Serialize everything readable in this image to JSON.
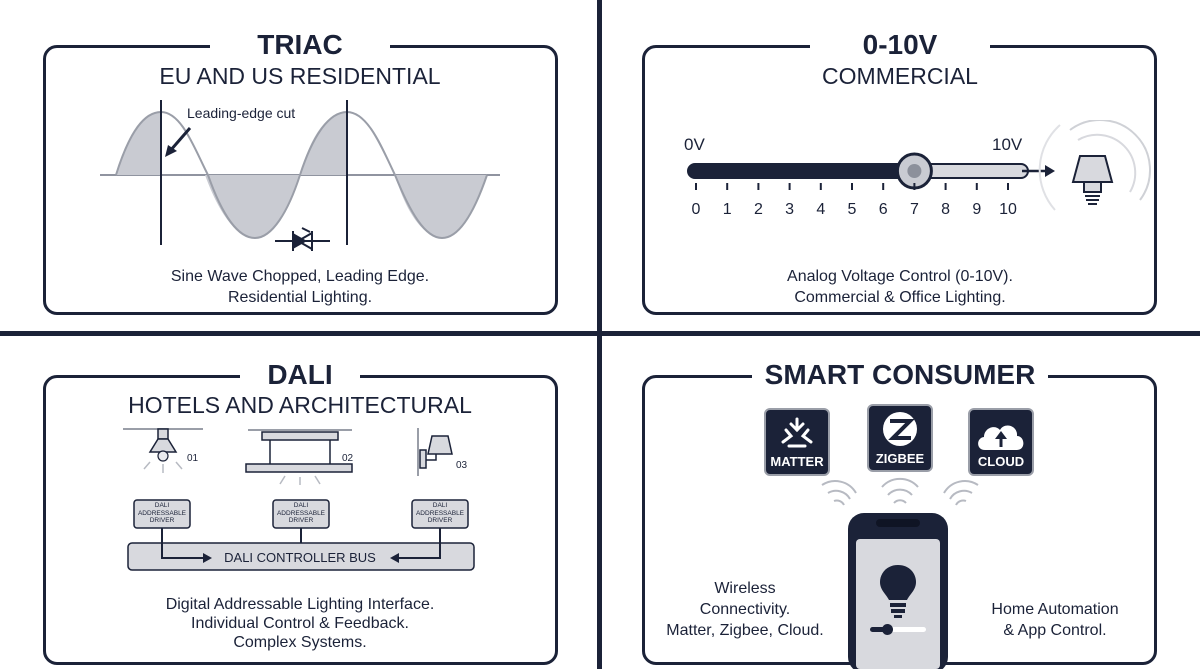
{
  "triac": {
    "title": "TRIAC",
    "subtitle": "EU AND US RESIDENTIAL",
    "annotation": "Leading-edge cut",
    "caption_line1": "Sine Wave Chopped, Leading Edge.",
    "caption_line2": "Residential Lighting."
  },
  "zero_ten": {
    "title": "0-10V",
    "subtitle": "COMMERCIAL",
    "label_min": "0V",
    "label_max": "10V",
    "ticks": [
      "0",
      "1",
      "2",
      "3",
      "4",
      "5",
      "6",
      "7",
      "8",
      "9",
      "10"
    ],
    "slider_value": 7,
    "caption_line1": "Analog Voltage Control (0-10V).",
    "caption_line2": "Commercial & Office Lighting."
  },
  "dali": {
    "title": "DALI",
    "subtitle": "HOTELS AND ARCHITECTURAL",
    "fixture_numbers": [
      "01",
      "02",
      "03"
    ],
    "driver_line1": "DALI",
    "driver_line2": "ADDRESSABLE",
    "driver_line3": "DRIVER",
    "bus_label": "DALI CONTROLLER BUS",
    "caption_line1": "Digital Addressable Lighting Interface.",
    "caption_line2": "Individual Control & Feedback.",
    "caption_line3": "Complex Systems."
  },
  "smart": {
    "title": "SMART CONSUMER",
    "badges": [
      {
        "label": "MATTER",
        "icon": "matter-icon"
      },
      {
        "label": "ZIGBEE",
        "icon": "zigbee-icon"
      },
      {
        "label": "CLOUD",
        "icon": "cloud-upload-icon"
      }
    ],
    "left_caption_line1": "Wireless",
    "left_caption_line2": "Connectivity.",
    "left_caption_line3": "Matter, Zigbee, Cloud.",
    "right_caption_line1": "Home Automation",
    "right_caption_line2": "& App Control.",
    "phone_slider_level": 0.3
  },
  "colors": {
    "navy": "#1b2238",
    "gray_fill": "#c9cbd2",
    "light_gray": "#d8d9de"
  }
}
